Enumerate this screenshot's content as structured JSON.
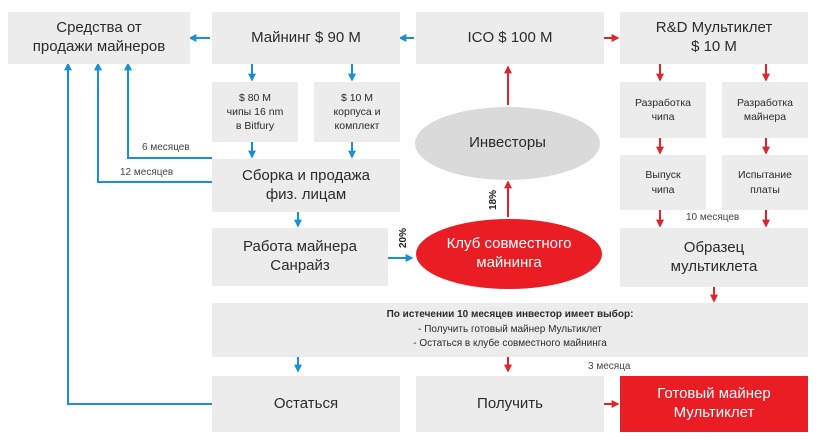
{
  "boxes": {
    "sales_funds": "Средства от\nпродажи майнеров",
    "mining": "Майнинг $ 90 М",
    "ico": "ICO $ 100 М",
    "rnd": "R&D Мультиклет\n$ 10 М",
    "chips": "$ 80 М\nчипы 16 nm\nв Bitfury",
    "cases": "$ 10 М\nкорпуса и\nкомплект",
    "assembly": "Сборка и продажа\nфиз. лицам",
    "miner_work": "Работа майнера\nСанрайз",
    "chip_dev": "Разработка\nчипа",
    "miner_dev": "Разработка\nмайнера",
    "chip_release": "Выпуск\nчипа",
    "board_test": "Испытание\nплаты",
    "sample": "Образец\nмультиклета",
    "stay": "Остаться",
    "receive": "Получить",
    "ready_miner": "Готовый майнер\nМультиклет"
  },
  "ellipses": {
    "investors": "Инвесторы",
    "club": "Клуб совместного\nмайнинга"
  },
  "choice": {
    "title": "По истечении 10 месяцев инвестор имеет выбор:",
    "option1": "- Получить готовый майнер Мультиклет",
    "option2": "- Остаться в клубе совместного майнинга"
  },
  "labels": {
    "six_months": "6 месяцев",
    "twelve_months": "12 месяцев",
    "ten_months": "10 месяцев",
    "three_months": "3 месяца",
    "pct20": "20%",
    "pct18": "18%"
  },
  "colors": {
    "blue": "#1a8fd6",
    "red": "#e0242a",
    "box": "#ececec",
    "accent_red": "#ea1c24"
  }
}
